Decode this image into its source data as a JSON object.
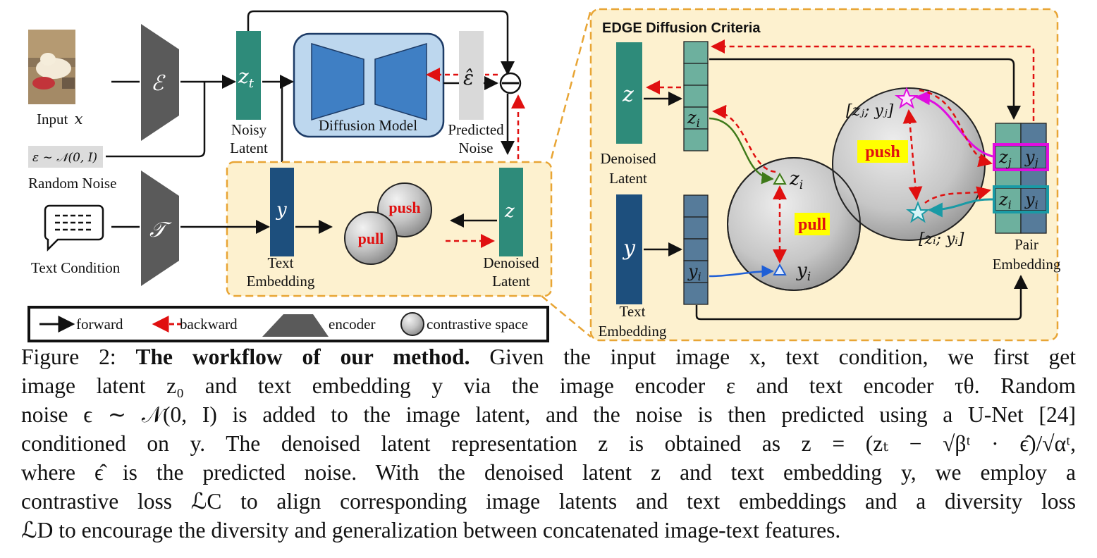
{
  "diagram": {
    "left": {
      "input_label": "Input",
      "input_var": "x",
      "noise_formula": "ε ∼ 𝒩(0, I)",
      "random_noise_label": "Random Noise",
      "text_condition_label": "Text Condition",
      "image_encoder_symbol": "ℰ",
      "text_encoder_symbol": "𝒯",
      "zt_symbol": "z",
      "zt_sub": "t",
      "noisy_latent_label": [
        "Noisy",
        "Latent"
      ],
      "diffusion_model_label": "Diffusion Model",
      "eps_hat_symbol": "ε̂",
      "predicted_noise_label": [
        "Predicted",
        "Noise"
      ],
      "y_symbol": "y",
      "text_embedding_label": [
        "Text",
        "Embedding"
      ],
      "push_label": "push",
      "pull_label": "pull",
      "z_symbol": "z",
      "denoised_latent_label": [
        "Denoised",
        "Latent"
      ]
    },
    "legend": {
      "forward": "forward",
      "backward": "backward",
      "encoder": "encoder",
      "contrastive_space": "contrastive space"
    },
    "right": {
      "title": "EDGE Diffusion Criteria",
      "z_symbol": "z",
      "denoised_latent_label": [
        "Denoised",
        "Latent"
      ],
      "y_symbol": "y",
      "text_embedding_label": [
        "Text",
        "Embedding"
      ],
      "zi_cell": "z",
      "yi_cell": "y",
      "sub_i": "i",
      "sub_j": "j",
      "zi_point": "z",
      "yi_point": "y",
      "zjyj_label": "[zⱼ; yⱼ]",
      "ziyi_label": "[zᵢ; yᵢ]",
      "push_label": "push",
      "pull_label": "pull",
      "pair_embedding_label": [
        "Pair",
        "Embedding"
      ],
      "pair_zj": "z",
      "pair_yj": "y",
      "pair_zi": "z",
      "pair_yi": "y"
    },
    "colors": {
      "teal": "#2e8b7a",
      "navy": "#1d4f7d",
      "light_teal": "#6db09e",
      "light_navy": "#567b9a",
      "encoder_gray": "#5a5a5a",
      "panel_fill": "#fdf1cf",
      "panel_border": "#e8a535",
      "unet_bg": "#bdd7ee",
      "unet_blue": "#3f7fc4",
      "backward_red": "#e01010",
      "magenta": "#e00de0",
      "cyan": "#1a9aa5",
      "green": "#3f7a1a",
      "blue_arrow": "#1f5fd6",
      "highlight_yellow": "#ffff00"
    }
  },
  "caption": {
    "figure_label": "Figure 2:",
    "bold_title": "The workflow of our method.",
    "lines": [
      "Given the input image x, text condition, we first get",
      "image latent z₀ and text embedding y via the image encoder ε and text encoder τθ. Random",
      "noise ϵ ∼ 𝒩(0, I) is added to the image latent, and the noise is then predicted using a U-Net [24]",
      "conditioned on y. The denoised latent representation z is obtained as z = (zₜ − √βᵗ · ϵ̂)/√αᵗ,",
      "where ϵ̂ is the predicted noise. With the denoised latent z and text embedding y, we employ a",
      "contrastive loss ℒC to align corresponding image latents and text embeddings and a diversity loss",
      "ℒD to encourage the diversity and generalization between concatenated image-text features."
    ]
  }
}
